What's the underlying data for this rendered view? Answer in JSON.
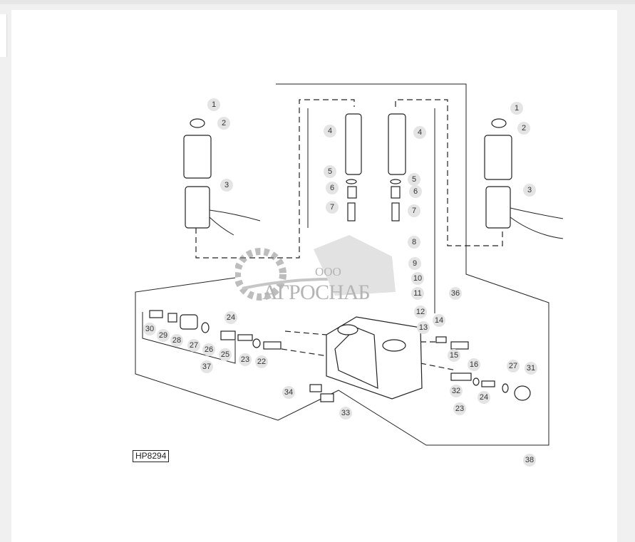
{
  "figure_id": "HP8294",
  "watermark": {
    "prefix": "ООО",
    "name": "АГРОСНАБ"
  },
  "callouts": [
    "1",
    "2",
    "3",
    "4",
    "5",
    "6",
    "7",
    "4",
    "5",
    "6",
    "7",
    "8",
    "9",
    "10",
    "11",
    "12",
    "36",
    "1",
    "2",
    "3",
    "13",
    "14",
    "15",
    "16",
    "27",
    "31",
    "32",
    "23",
    "24",
    "38",
    "30",
    "29",
    "28",
    "27",
    "26",
    "25",
    "37",
    "24",
    "23",
    "22",
    "34",
    "33"
  ]
}
